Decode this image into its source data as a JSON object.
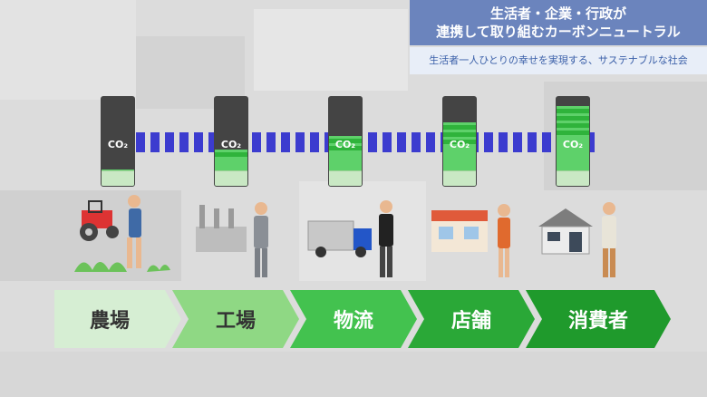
{
  "header": {
    "title_line1": "生活者・企業・行政が",
    "title_line2": "連携して取り組むカーボンニュートラル",
    "subtitle": "生活者一人ひとりの幸せを実現する、サステナブルな社会"
  },
  "tube_label": "CO₂",
  "stages": [
    {
      "label": "農場",
      "color": "#d6eed3",
      "green_level": 0.18
    },
    {
      "label": "工場",
      "color": "#8fd884",
      "green_level": 0.4
    },
    {
      "label": "物流",
      "color": "#43c24f",
      "green_level": 0.55
    },
    {
      "label": "店舗",
      "color": "#2aa837",
      "green_level": 0.7
    },
    {
      "label": "消費者",
      "color": "#1f9a2c",
      "green_level": 0.88
    }
  ],
  "colors": {
    "title_bg": "#6b84bd",
    "conveyor": "#3c3ccf",
    "background": "#dcdcdc"
  }
}
